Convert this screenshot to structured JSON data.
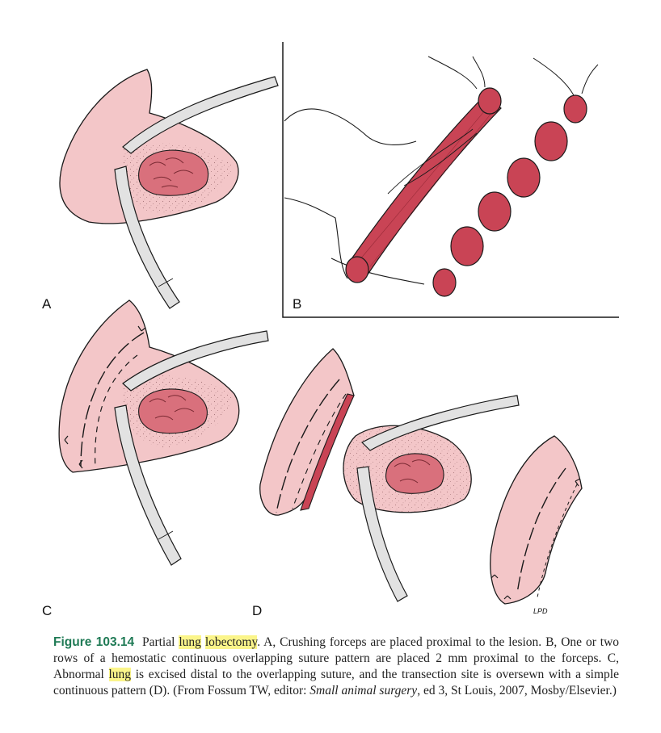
{
  "figure": {
    "panel_labels": {
      "a": "A",
      "b": "B",
      "c": "C",
      "d": "D"
    },
    "signature": "LPD",
    "colors": {
      "lung_tissue": "#f3c6c8",
      "lesion": "#d9707c",
      "stapled_tissue": "#c94455",
      "forceps": "#e2e2e2",
      "outline": "#1a1a1a"
    }
  },
  "caption": {
    "figure_number": "Figure 103.14",
    "seg1": "Partial ",
    "hl1": "lung",
    "seg2": " ",
    "hl2": "lobectomy",
    "seg3": ". A, Crushing forceps are placed proximal to the lesion. B, One or two rows of a hemostatic continuous overlapping suture pattern are placed 2 mm proximal to the forceps. C, Abnormal ",
    "hl3": "lung",
    "seg4": " is excised distal to the overlapping suture, and the transection site is oversewn with a simple continuous pattern (D). (From Fossum TW, editor: ",
    "italic": "Small animal surgery",
    "seg5": ", ed 3, St Louis, 2007, Mosby/Elsevier.)"
  }
}
